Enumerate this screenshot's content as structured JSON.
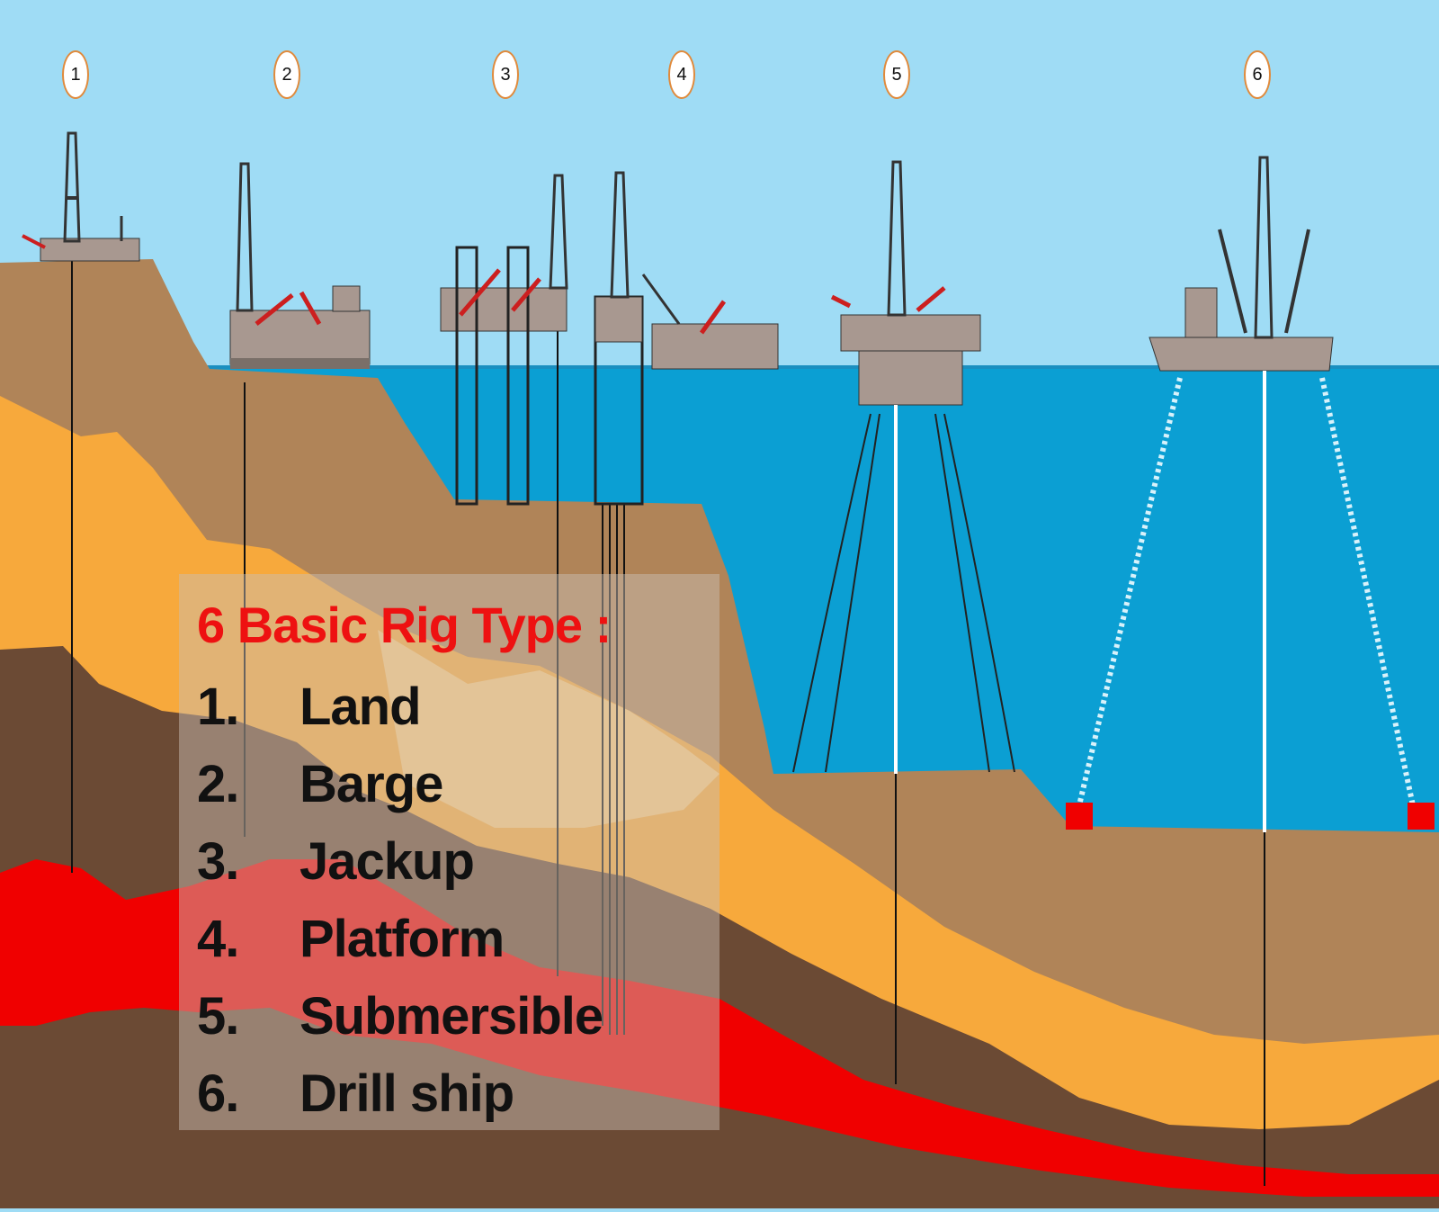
{
  "markers": [
    "1",
    "2",
    "3",
    "4",
    "5",
    "6"
  ],
  "legend": {
    "title": "6 Basic Rig Type :",
    "items": [
      {
        "number": "1.",
        "label": "Land"
      },
      {
        "number": "2.",
        "label": "Barge"
      },
      {
        "number": "3.",
        "label": "Jackup"
      },
      {
        "number": "4.",
        "label": "Platform"
      },
      {
        "number": "5.",
        "label": "Submersible"
      },
      {
        "number": "6.",
        "label": "Drill ship"
      }
    ]
  },
  "colors": {
    "sky": "#9fdcf5",
    "sea": "#0b9fd3",
    "seabed_brown": "#b08458",
    "sand_orange": "#f7a93c",
    "deep_brown": "#6b4a34",
    "reservoir_red": "#f00000",
    "rig_gray": "#a89890",
    "crane_red": "#cc1f1f",
    "legend_title": "#ee1111"
  }
}
